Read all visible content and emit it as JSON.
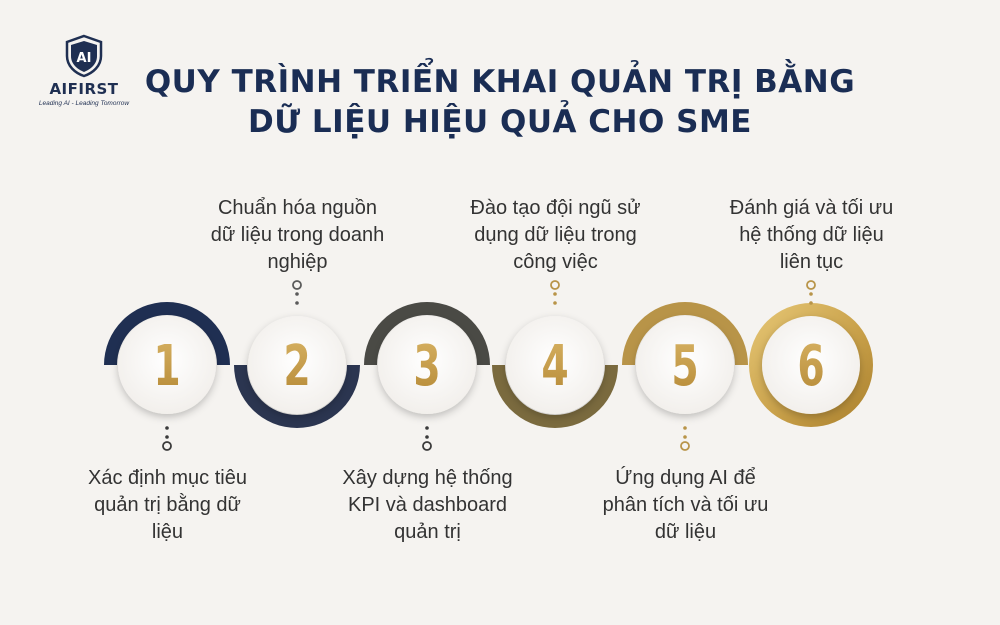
{
  "brand": {
    "logo_mark": "AI",
    "name": "AIFIRST",
    "tagline": "Leading AI - Leading Tomorrow"
  },
  "title": {
    "line1": "QUY TRÌNH TRIỂN KHAI QUẢN TRỊ BẰNG",
    "line2": "DỮ LIỆU HIỆU QUẢ CHO SME"
  },
  "colors": {
    "navy": "#1f2f52",
    "gold": "#c9a14a",
    "olive": "#7a6a3e",
    "background": "#f5f3f0"
  },
  "steps": [
    {
      "number": "1",
      "text": "Xác định mục tiêu quản trị bằng dữ liệu",
      "label_position": "bottom"
    },
    {
      "number": "2",
      "text": "Chuẩn hóa nguồn dữ liệu trong doanh nghiệp",
      "label_position": "top"
    },
    {
      "number": "3",
      "text": "Xây dựng hệ thống KPI và dashboard quản trị",
      "label_position": "bottom"
    },
    {
      "number": "4",
      "text": "Đào tạo đội ngũ sử dụng dữ liệu trong công việc",
      "label_position": "top"
    },
    {
      "number": "5",
      "text": "Ứng dụng AI để phân tích và tối ưu dữ liệu",
      "label_position": "bottom"
    },
    {
      "number": "6",
      "text": "Đánh giá và tối ưu hệ thống dữ liệu liên tục",
      "label_position": "top"
    }
  ]
}
